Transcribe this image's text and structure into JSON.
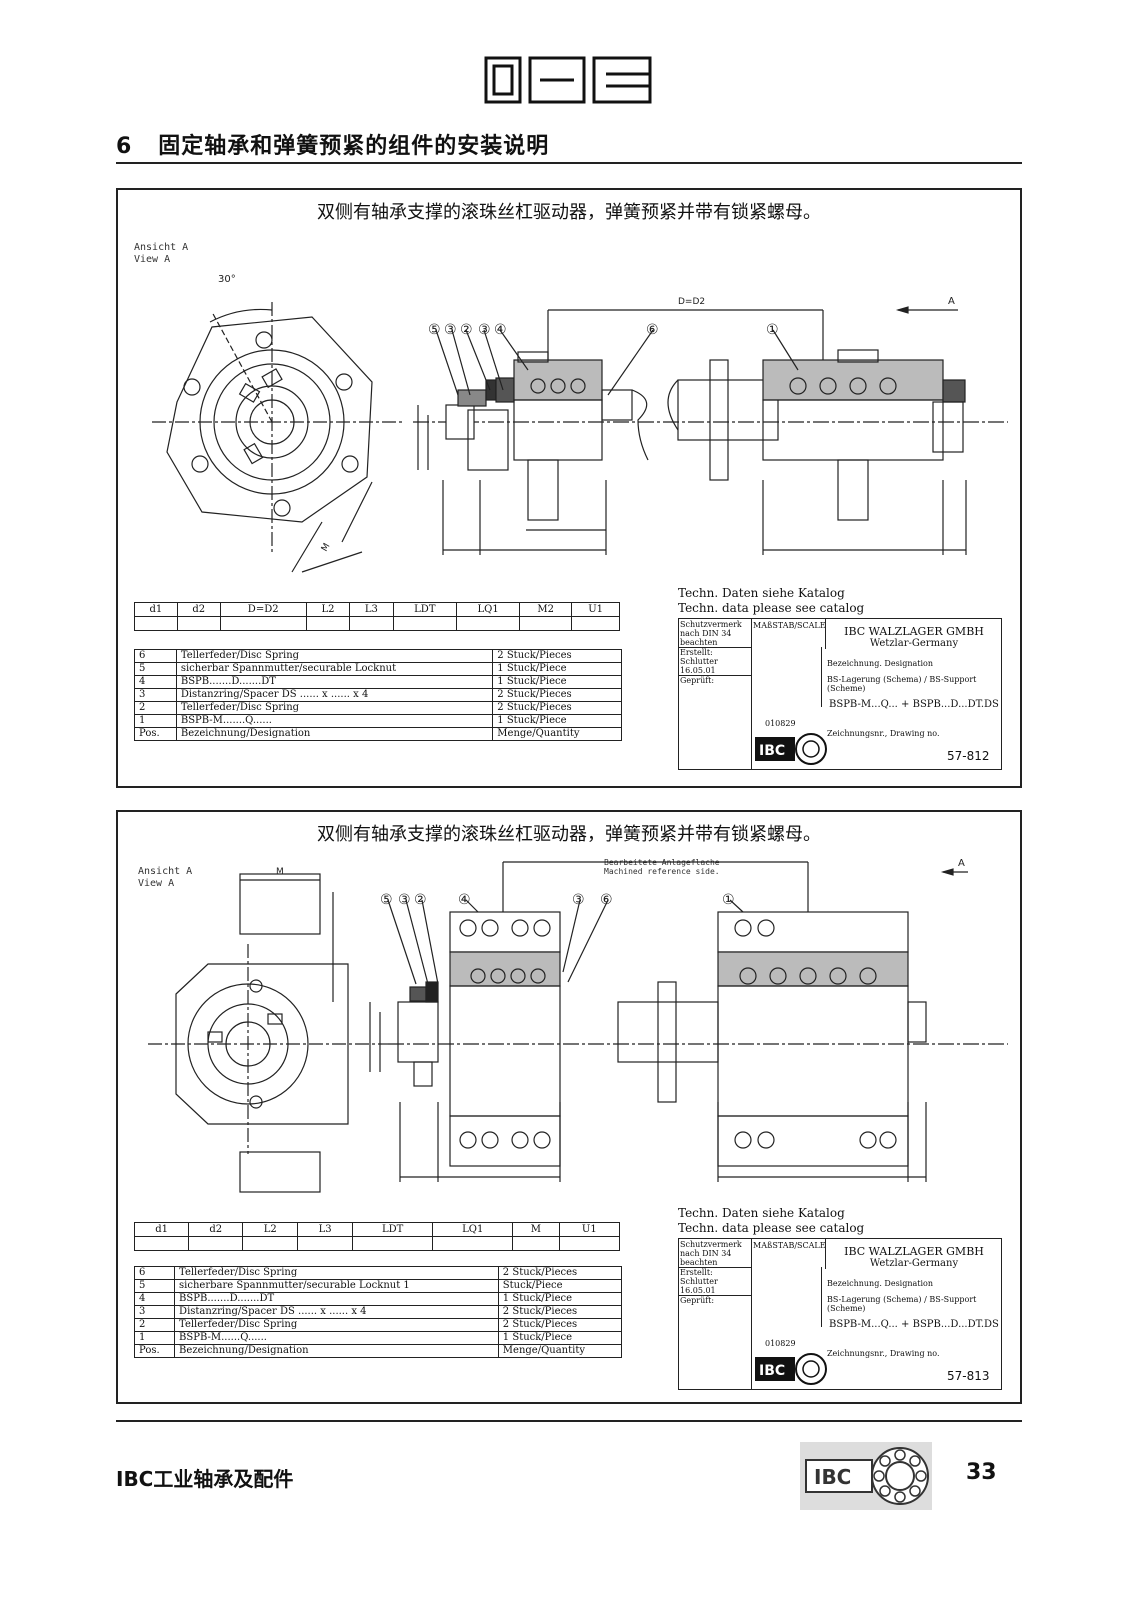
{
  "header": {
    "logo_text": "IBC",
    "section_number": "6",
    "section_title": "固定轴承和弹簧预紧的组件的安装说明"
  },
  "panels": [
    {
      "title": "双侧有轴承支撑的滚珠丝杠驱动器，弹簧预紧并带有锁紧螺母。",
      "view_label_de": "Ansicht A",
      "view_label_en": "View A",
      "angle": "30°",
      "dim_top": "D=D2",
      "arrow_label": "A",
      "callouts_left": [
        "⑤",
        "③",
        "②",
        "③",
        "④"
      ],
      "callout_mid": "⑥",
      "callout_right": "①",
      "dim_headers": [
        "d1",
        "d2",
        "D=D2",
        "L2",
        "L3",
        "LDT",
        "LQ1",
        "M2",
        "U1"
      ],
      "parts": [
        {
          "pos": "6",
          "desc": "Tellerfeder/Disc Spring",
          "qty": "2 Stuck/Pieces"
        },
        {
          "pos": "5",
          "desc": "sicherbar Spannmutter/securable Locknut",
          "qty": "1 Stuck/Piece"
        },
        {
          "pos": "4",
          "desc": "BSPB.......D.......DT",
          "qty": "1 Stuck/Piece"
        },
        {
          "pos": "3",
          "desc": "Distanzring/Spacer DS ...... x ...... x 4",
          "qty": "2 Stuck/Pieces"
        },
        {
          "pos": "2",
          "desc": "Tellerfeder/Disc Spring",
          "qty": "2 Stuck/Pieces"
        },
        {
          "pos": "1",
          "desc": "BSPB-M.......Q......",
          "qty": "1 Stuck/Piece"
        },
        {
          "pos": "Pos.",
          "desc": "Bezeichnung/Designation",
          "qty": "Menge/Quantity"
        }
      ],
      "techn_de": "Techn. Daten siehe Katalog",
      "techn_en": "Techn. data please see catalog",
      "tb": {
        "schutz": "Schutzvermerk nach DIN 34 beachten",
        "scale": "MAßSTAB/SCALE",
        "company": "IBC WALZLAGER GMBH",
        "city": "Wetzlar-Germany",
        "erstellt": "Erstellt: Schlutter 16.05.01",
        "geprueft": "Geprüft:",
        "bez": "Bezeichnung. Designation",
        "bs": "BS-Lagerung (Schema) / BS-Support (Scheme)",
        "part": "BSPB-M...Q... + BSPB...D...DT.DS",
        "code": "010829",
        "zeich": "Zeichnungsnr., Drawing no.",
        "drawing_no": "57-812"
      }
    },
    {
      "title": "双侧有轴承支撑的滚珠丝杠驱动器，弹簧预紧并带有锁紧螺母。",
      "view_label_de": "Ansicht A",
      "view_label_en": "View A",
      "machined_de": "Bearbeitete Anlageflache",
      "machined_en": "Machined reference side.",
      "dim_M": "M",
      "arrow_label": "A",
      "callouts_left": [
        "⑤",
        "③",
        "②"
      ],
      "callout_4": "④",
      "callouts_mid": [
        "③",
        "⑥"
      ],
      "callout_right": "①",
      "dim_headers": [
        "d1",
        "d2",
        "L2",
        "L3",
        "LDT",
        "LQ1",
        "M",
        "U1"
      ],
      "parts": [
        {
          "pos": "6",
          "desc": "Tellerfeder/Disc Spring",
          "qty": "2 Stuck/Pieces"
        },
        {
          "pos": "5",
          "desc": "sicherbare Spannmutter/securable Locknut 1",
          "qty": "Stuck/Piece"
        },
        {
          "pos": "4",
          "desc": "BSPB.......D.......DT",
          "qty": "1 Stuck/Piece"
        },
        {
          "pos": "3",
          "desc": "Distanzring/Spacer DS ...... x ...... x 4",
          "qty": "2 Stuck/Pieces"
        },
        {
          "pos": "2",
          "desc": "Tellerfeder/Disc Spring",
          "qty": "2 Stuck/Pieces"
        },
        {
          "pos": "1",
          "desc": "BSPB-M......Q......",
          "qty": "1 Stuck/Piece"
        },
        {
          "pos": "Pos.",
          "desc": "Bezeichnung/Designation",
          "qty": "Menge/Quantity"
        }
      ],
      "techn_de": "Techn. Daten siehe Katalog",
      "techn_en": "Techn. data please see catalog",
      "tb": {
        "schutz": "Schutzvermerk nach DIN 34 beachten",
        "scale": "MAßSTAB/SCALE",
        "company": "IBC WALZLAGER GMBH",
        "city": "Wetzlar-Germany",
        "erstellt": "Erstellt: Schlutter 16.05.01",
        "geprueft": "Geprüft:",
        "bez": "Bezeichnung. Designation",
        "bs": "BS-Lagerung (Schema) / BS-Support (Scheme)",
        "part": "BSPB-M...Q... + BSPB...D...DT.DS",
        "code": "010829",
        "zeich": "Zeichnungsnr., Drawing no.",
        "drawing_no": "57-813"
      }
    }
  ],
  "footer": {
    "left_text": "IBC工业轴承及配件",
    "logo_text": "IBC",
    "page_number": "33"
  }
}
